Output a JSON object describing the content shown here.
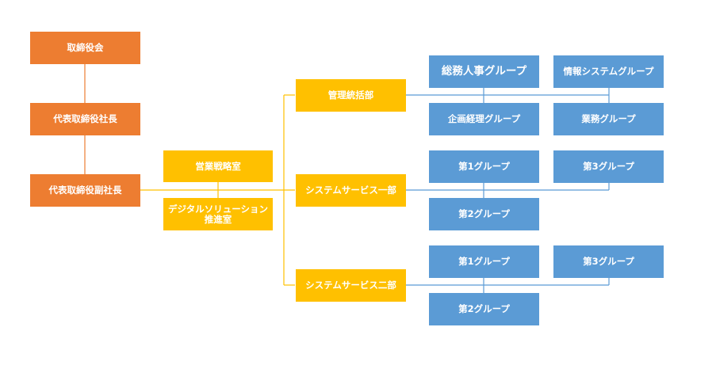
{
  "colors": {
    "executive": "#ed7d31",
    "division": "#ffc000",
    "group": "#5b9bd5"
  },
  "executives": {
    "board": "取締役会",
    "ceo": "代表取締役社長",
    "vice_president": "代表取締役副社長"
  },
  "staff_offices": {
    "sales_strategy": "営業戦略室",
    "digital_solution": "デジタルソリューション推進室"
  },
  "divisions": {
    "admin": "管理統括部",
    "system1": "システムサービス一部",
    "system2": "システムサービス二部"
  },
  "groups": {
    "admin": {
      "hr": "総務人事グループ",
      "info_system": "情報システムグループ",
      "planning": "企画経理グループ",
      "business": "業務グループ"
    },
    "system1": {
      "g1": "第1グループ",
      "g2": "第2グループ",
      "g3": "第3グループ"
    },
    "system2": {
      "g1": "第1グループ",
      "g2": "第2グループ",
      "g3": "第3グループ"
    }
  }
}
